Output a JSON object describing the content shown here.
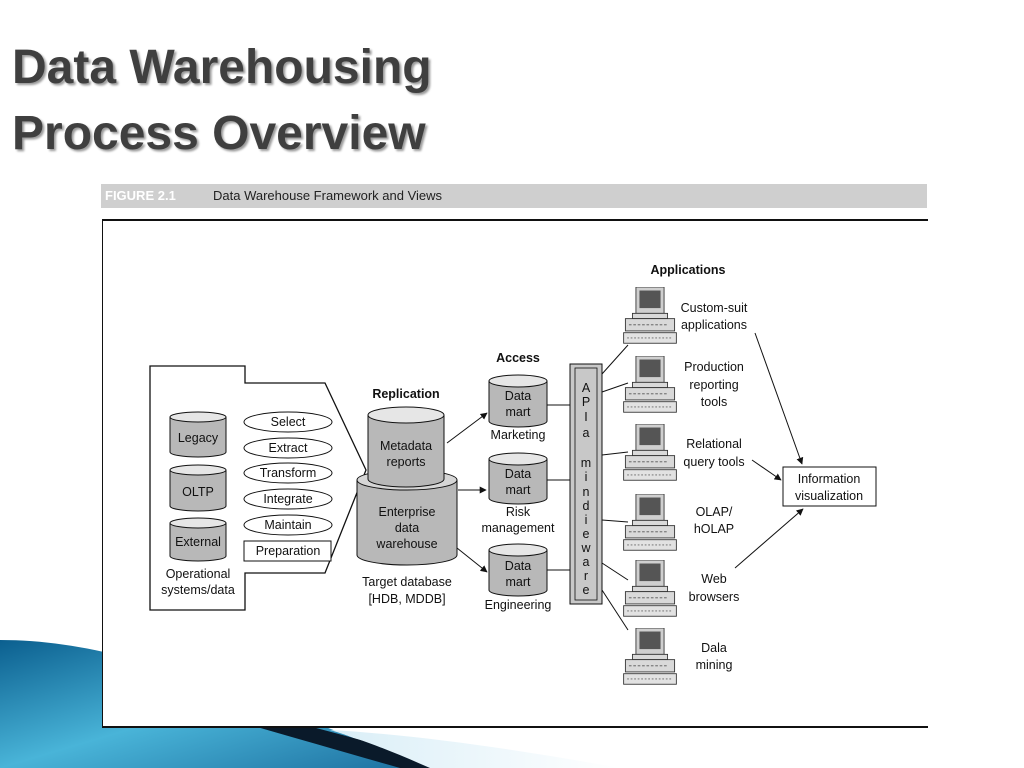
{
  "slide": {
    "title_line1": "Data Warehousing",
    "title_line2": "Process Overview"
  },
  "figure": {
    "label": "FIGURE 2.1",
    "caption": "Data Warehouse Framework and Views"
  },
  "sources": {
    "items": [
      "Legacy",
      "OLTP",
      "External"
    ],
    "caption_line1": "Operational",
    "caption_line2": "systems/data"
  },
  "process": {
    "steps": [
      "Select",
      "Extract",
      "Transform",
      "Integrate",
      "Maintain"
    ],
    "box_label": "Preparation"
  },
  "replication": {
    "header": "Replication",
    "metadata_line1": "Metadata",
    "metadata_line2": "reports",
    "edw_line1": "Enterprise",
    "edw_line2": "data",
    "edw_line3": "warehouse",
    "target_line1": "Target database",
    "target_line2": "[HDB, MDDB]"
  },
  "access": {
    "header": "Access",
    "marts": [
      {
        "line1": "Data",
        "line2": "mart",
        "label_line1": "Marketing",
        "label_line2": ""
      },
      {
        "line1": "Data",
        "line2": "mart",
        "label_line1": "Risk",
        "label_line2": "management"
      },
      {
        "line1": "Data",
        "line2": "mart",
        "label_line1": "Engineering",
        "label_line2": ""
      }
    ]
  },
  "middleware": {
    "letters": [
      "A",
      "P",
      "I",
      "a",
      "",
      "m",
      "i",
      "n",
      "d",
      "i",
      "e",
      "w",
      "a",
      "r",
      "e"
    ]
  },
  "applications": {
    "header": "Applications",
    "items": [
      {
        "line1": "Custom-suit",
        "line2": "applications",
        "line3": ""
      },
      {
        "line1": "Production",
        "line2": "reporting",
        "line3": "tools"
      },
      {
        "line1": "Relational",
        "line2": "query tools",
        "line3": ""
      },
      {
        "line1": "OLAP/",
        "line2": "hOLAP",
        "line3": ""
      },
      {
        "line1": "Web",
        "line2": "browsers",
        "line3": ""
      },
      {
        "line1": "Dala",
        "line2": "mining",
        "line3": ""
      }
    ]
  },
  "visualization": {
    "line1": "Information",
    "line2": "visualization"
  },
  "colors": {
    "title_text": "#3f3f3f",
    "cylinder_fill": "#b8b8b8",
    "middleware_fill": "#c8c8c8",
    "figure_bar": "#cfcfcf",
    "swoosh_dark": "#0b3a5c",
    "swoosh_mid": "#1f7fb0",
    "swoosh_light": "#bfe3f2"
  }
}
